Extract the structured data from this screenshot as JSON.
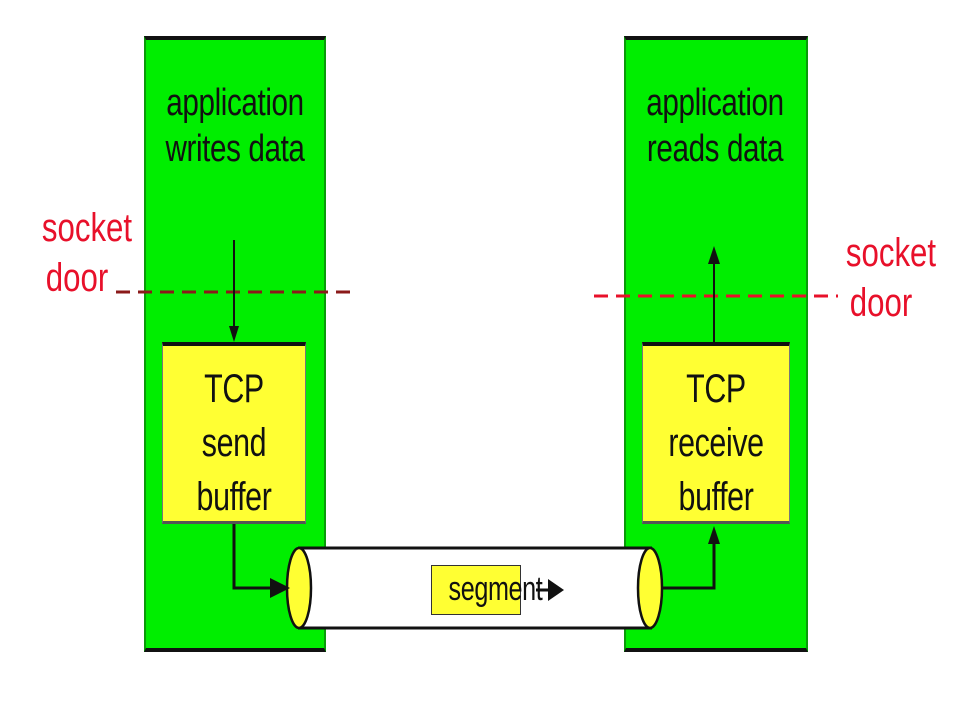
{
  "sender": {
    "app_line1": "application",
    "app_line2": "writes data",
    "buffer_line1": "TCP",
    "buffer_line2": "send buffer",
    "socket_line1": "socket",
    "socket_line2": "door"
  },
  "receiver": {
    "app_line1": "application",
    "app_line2": "reads data",
    "buffer_line1": "TCP",
    "buffer_line2": "receive buffer",
    "socket_line1": "socket",
    "socket_line2": "door"
  },
  "pipe": {
    "segment_label": "segment"
  },
  "colors": {
    "host_fill": "#00ee00",
    "buffer_fill": "#ffff33",
    "socket_text": "#e8102a",
    "socket_line_left": "#8b1a1a",
    "socket_line_right": "#e8102a"
  }
}
